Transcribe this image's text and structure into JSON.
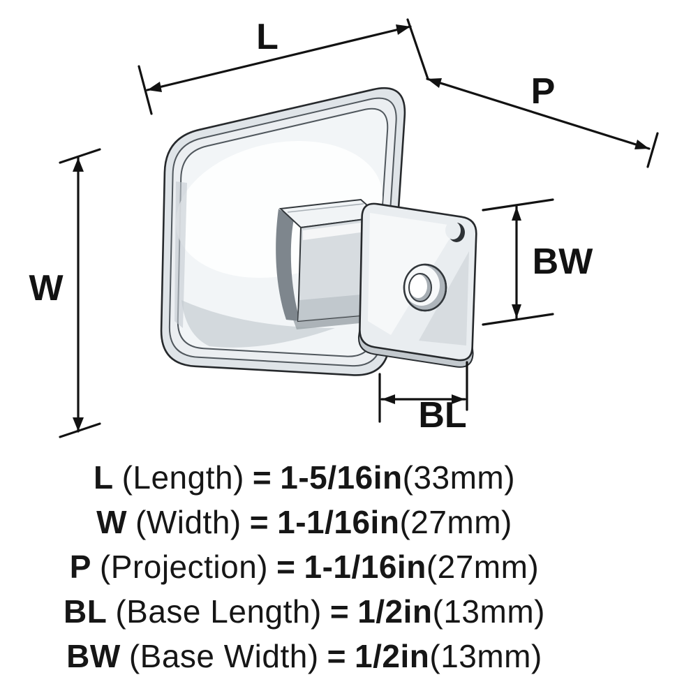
{
  "diagram": {
    "labels": {
      "l": "L",
      "w": "W",
      "p": "P",
      "bl": "BL",
      "bw": "BW"
    }
  },
  "specs": [
    {
      "letter": "L",
      "name": "(Length)",
      "equals": "=",
      "value": "1-5/16in",
      "metric": "(33mm)"
    },
    {
      "letter": "W",
      "name": "(Width)",
      "equals": "=",
      "value": "1-1/16in",
      "metric": "(27mm)"
    },
    {
      "letter": "P",
      "name": "(Projection)",
      "equals": "=",
      "value": "1-1/16in",
      "metric": "(27mm)"
    },
    {
      "letter": "BL",
      "name": "(Base Length)",
      "equals": "=",
      "value": "1/2in",
      "metric": "(13mm)"
    },
    {
      "letter": "BW",
      "name": "(Base Width)",
      "equals": "=",
      "value": "1/2in",
      "metric": "(13mm)"
    }
  ],
  "colors": {
    "line": "#121212",
    "metal_highlight": "#ffffff",
    "metal_shadow": "#c7cdd2"
  }
}
